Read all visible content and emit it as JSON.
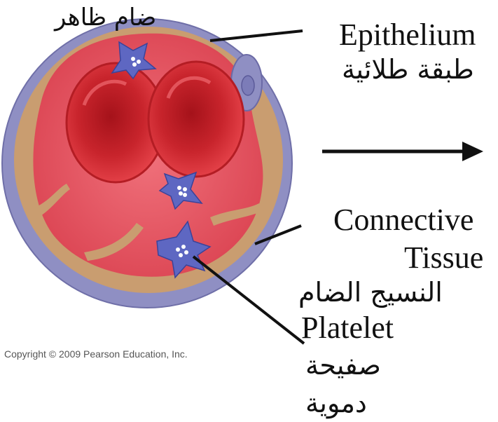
{
  "labels": {
    "top_left_arabic": "ضام ظاهر",
    "epithelium_en": "Epithelium",
    "epithelium_ar": "طبقة طلائية",
    "connective_en_1": "Connective",
    "connective_en_2": "Tissue",
    "connective_ar": "النسيج الضام",
    "platelet_en": "Platelet",
    "platelet_ar_1": "صفيحة",
    "platelet_ar_2": "دموية"
  },
  "copyright": "Copyright © 2009 Pearson Education, Inc.",
  "colors": {
    "outer_ring": "#8f8fc3",
    "connective_band": "#c79a6f",
    "lumen": "#e2505b",
    "red_cell": "#d3262d",
    "platelet": "#5e67c2"
  }
}
